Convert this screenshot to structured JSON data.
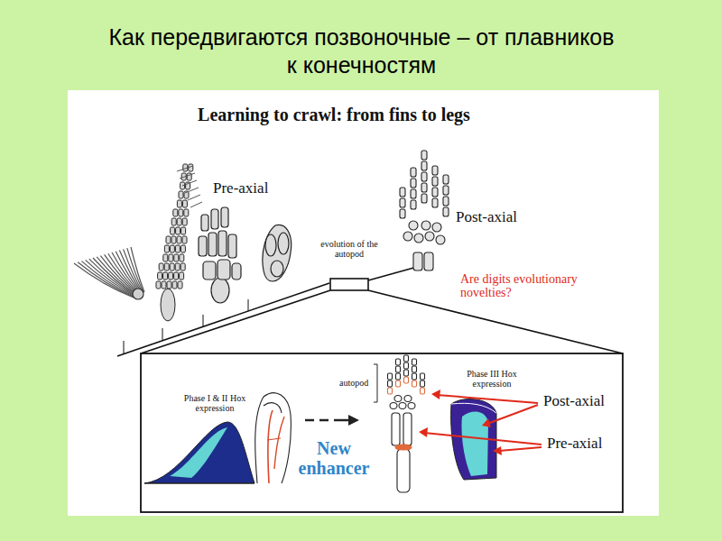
{
  "diagram": {
    "title": "Как передвигаются позвоночные – от плавников к конечностям",
    "labels": [
      "Learning to crawl: from fins to legs",
      "Pre-axial",
      "evolution of the autopod",
      "Post-axial",
      "Are digits evolutionary novelties?",
      "autopod",
      "Phase III Hox expression",
      "Phase I & II Hox expression",
      "Post-axial",
      "New enhancer",
      "Pre-axial"
    ]
  }
}
